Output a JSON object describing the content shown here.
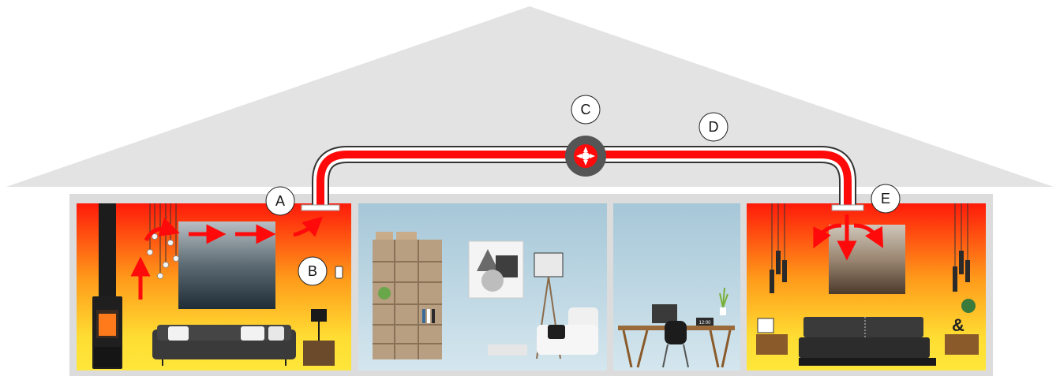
{
  "labels": {
    "a": "A",
    "b": "B",
    "c": "C",
    "d": "D",
    "e": "E"
  },
  "clock_text": "12:00",
  "ampersand": "&",
  "colors": {
    "roof": "#e3e3e3",
    "warm_top": "#ff1a0a",
    "warm_bottom": "#ffe638",
    "duct": "#ff0a0a",
    "fan_body": "#555555",
    "cool_wall": "#b9d4e0"
  },
  "icons": [
    "fan-icon",
    "arrow-icon",
    "thermostat-icon"
  ]
}
